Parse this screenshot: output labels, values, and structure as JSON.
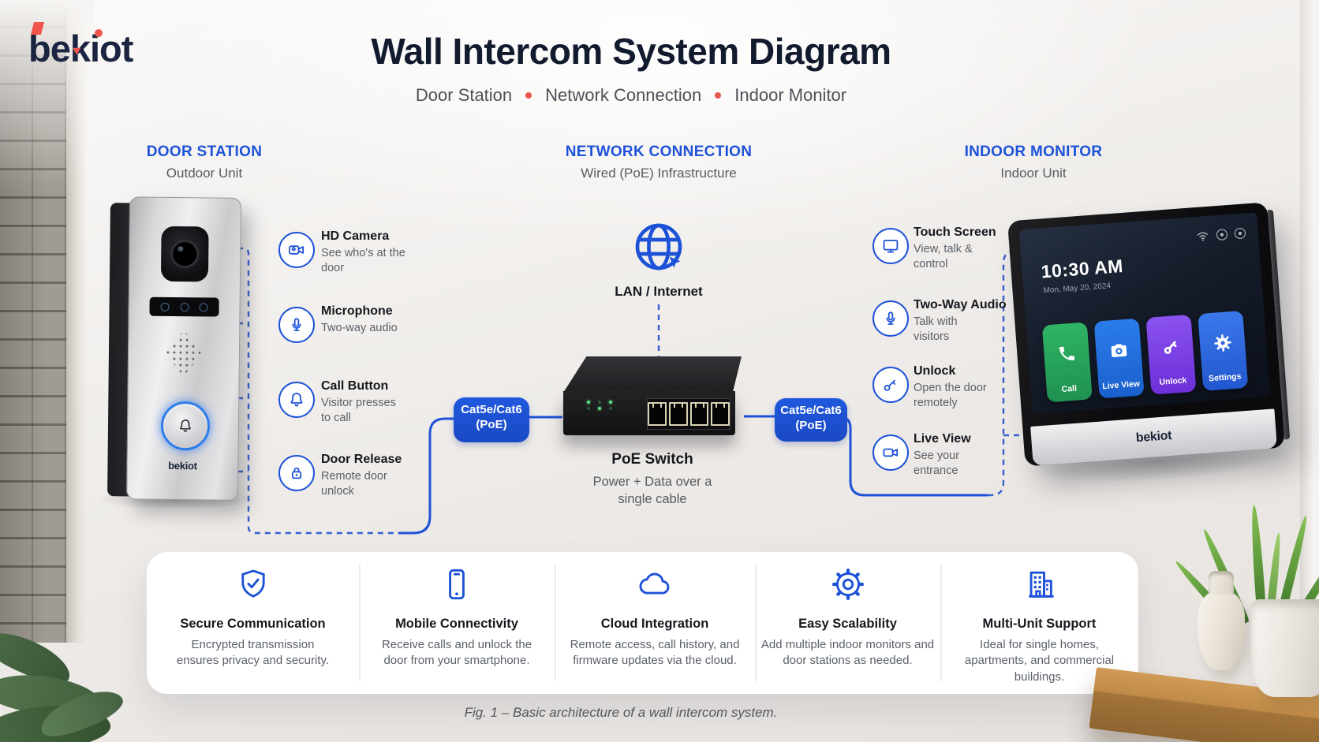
{
  "brand": "bekiot",
  "header": {
    "title": "Wall Intercom System Diagram",
    "subtitle": [
      "Door Station",
      "Network Connection",
      "Indoor Monitor"
    ]
  },
  "door_station": {
    "heading": "DOOR STATION",
    "subheading": "Outdoor Unit",
    "features": [
      {
        "icon": "video-camera-icon",
        "title": "HD Camera",
        "desc": "See who's at the door"
      },
      {
        "icon": "microphone-icon",
        "title": "Microphone",
        "desc": "Two-way audio"
      },
      {
        "icon": "bell-icon",
        "title": "Call Button",
        "desc": "Visitor presses to call"
      },
      {
        "icon": "lock-icon",
        "title": "Door Release",
        "desc": "Remote door unlock"
      }
    ]
  },
  "network": {
    "heading": "NETWORK CONNECTION",
    "subheading": "Wired (PoE) Infrastructure",
    "lan_label": "LAN / Internet",
    "switch_label": "PoE Switch",
    "switch_desc": "Power + Data over a single cable",
    "cable_badge_line1": "Cat5e/Cat6",
    "cable_badge_line2": "(PoE)"
  },
  "indoor_monitor": {
    "heading": "INDOOR MONITOR",
    "subheading": "Indoor Unit",
    "features": [
      {
        "icon": "screen-icon",
        "title": "Touch Screen",
        "desc": "View, talk & control"
      },
      {
        "icon": "microphone-icon",
        "title": "Two-Way Audio",
        "desc": "Talk with visitors"
      },
      {
        "icon": "key-icon",
        "title": "Unlock",
        "desc": "Open the door remotely"
      },
      {
        "icon": "video-camera-icon",
        "title": "Live View",
        "desc": "See your entrance"
      }
    ],
    "screen": {
      "time": "10:30 AM",
      "date": "Mon, May 20, 2024",
      "apps": [
        {
          "icon": "phone-icon",
          "label": "Call",
          "color": "#27a45b"
        },
        {
          "icon": "camera-icon",
          "label": "Live View",
          "color": "#1e6fe0"
        },
        {
          "icon": "key-icon",
          "label": "Unlock",
          "color": "#7a3de0"
        },
        {
          "icon": "gear-icon",
          "label": "Settings",
          "color": "#2a6de5"
        }
      ]
    }
  },
  "bottom_features": [
    {
      "icon": "shield-check-icon",
      "title": "Secure Communication",
      "desc": "Encrypted transmission ensures privacy and security."
    },
    {
      "icon": "smartphone-icon",
      "title": "Mobile Connectivity",
      "desc": "Receive calls and unlock the door from your smartphone."
    },
    {
      "icon": "cloud-icon",
      "title": "Cloud Integration",
      "desc": "Remote access, call history, and firmware updates via the cloud."
    },
    {
      "icon": "gear-icon",
      "title": "Easy Scalability",
      "desc": "Add multiple indoor monitors and door stations as needed."
    },
    {
      "icon": "building-icon",
      "title": "Multi-Unit Support",
      "desc": "Ideal for single homes, apartments, and commercial buildings."
    }
  ],
  "caption": "Fig. 1 – Basic architecture of a wall intercom system.",
  "colors": {
    "accent_blue": "#1d52d8",
    "coral": "#ef564c",
    "navy": "#141d33",
    "text_gray": "#565b63",
    "tile_green": "#27a45b",
    "tile_blue": "#1e6fe0",
    "tile_purple": "#7a3de0"
  }
}
